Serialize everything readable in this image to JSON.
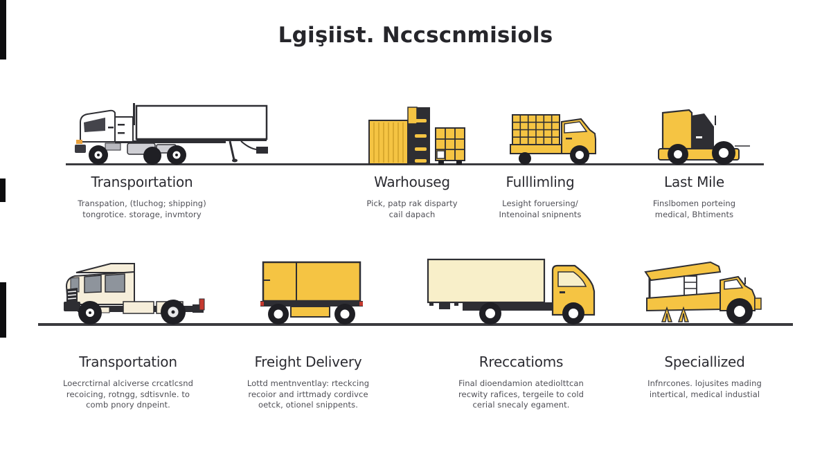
{
  "title": "Lgişiist. Nccscnmisiols",
  "colors": {
    "accent_yellow": "#F5C443",
    "pale_yellow_box": "#F8EFC9",
    "cream": "#F6EEDA",
    "outline_dark": "#2E2E33",
    "wheel_black": "#1F1F24",
    "ground_line": "#3A3A3E",
    "heading_text": "#2B2B31",
    "description_text": "#4E4E55",
    "red_marker": "#C4392F"
  },
  "rows": [
    {
      "items": [
        {
          "icon": "semi-truck-icon",
          "title": "Transpoırtation",
          "lines": [
            "Transpation, (tluchog; shipping)",
            "tongrotice. storage, invmtory"
          ]
        },
        {
          "icon": "warehouse-container-icon",
          "title": "Warhouseg",
          "lines": [
            "Pick, patp rak disparty",
            "cail dapach"
          ]
        },
        {
          "icon": "loaded-cargo-truck-icon",
          "title": "Fulllimling",
          "lines": [
            "Lesight foruersing/",
            "Intenoinal snipnents"
          ]
        },
        {
          "icon": "yellow-tractor-icon",
          "title": "Last Mile",
          "lines": [
            "Finslbomen porteing",
            "medical, Bhtiments"
          ]
        }
      ]
    },
    {
      "items": [
        {
          "icon": "cream-tractor-cab-icon",
          "title": "Transportation",
          "lines": [
            "Loecrctirnal alciverse crcatlcsnd",
            "recoicing, rotngg, sdtisvnle. to",
            "comb pnory dnpeint."
          ]
        },
        {
          "icon": "yellow-box-trailer-icon",
          "title": "Freight Delivery",
          "lines": [
            "Lottd mentnventlay: rteckcing",
            "recoior and irttmady cordivce",
            "oetck, otionel snippents."
          ]
        },
        {
          "icon": "box-truck-icon",
          "title": "Rreccatioms",
          "lines": [
            "Final dioendamion atediolttcan",
            "recwity rafices, tergeile to cold",
            "cerial snecaly egament."
          ]
        },
        {
          "icon": "specialized-canopy-truck-icon",
          "title": "Speciallized",
          "lines": [
            "Infnrcones. lojusites mading",
            "intertical, medical industial"
          ]
        }
      ]
    }
  ]
}
